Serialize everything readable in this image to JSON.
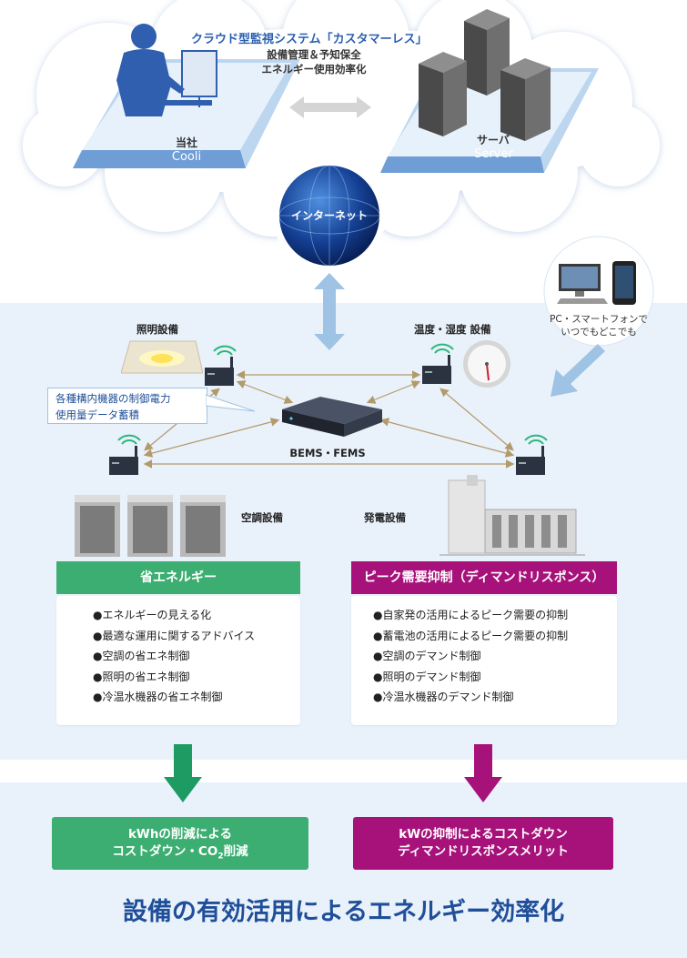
{
  "cloud": {
    "title": "クラウド型監視システム「カスタマーレス」",
    "sub1": "設備管理＆予知保全",
    "sub2": "エネルギー使用効率化",
    "company_ja": "当社",
    "company_en": "Cooli",
    "server_ja": "サーバ",
    "server_en": "Server"
  },
  "internet": "インターネット",
  "pc": {
    "line1": "PC・スマートフォンで",
    "line2": "いつでもどこでも"
  },
  "labels": {
    "lighting": "照明設備",
    "temp": "温度・湿度 設備",
    "bems": "BEMS・FEMS",
    "aircon": "空調設備",
    "power": "発電設備"
  },
  "callout": {
    "line1": "各種構内機器の制御電力",
    "line2": "使用量データ蓄積"
  },
  "left_panel": {
    "header": "省エネルギー",
    "items": [
      "エネルギーの見える化",
      "最適な運用に関するアドバイス",
      "空調の省エネ制御",
      "照明の省エネ制御",
      "冷温水機器の省エネ制御"
    ]
  },
  "right_panel": {
    "header": "ピーク需要抑制（ディマンドリスポンス）",
    "items": [
      "自家発の活用によるピーク需要の抑制",
      "蓄電池の活用によるピーク需要の抑制",
      "空調のデマンド制御",
      "照明のデマンド制御",
      "冷温水機器のデマンド制御"
    ]
  },
  "results": {
    "left1": "kWhの削減による",
    "left2_pre": "コストダウン・CO",
    "left2_sub": "2",
    "left2_post": "削減",
    "right1": "kWの抑制によるコストダウン",
    "right2": "ディマンドリスポンスメリット"
  },
  "footer": "設備の有効活用によるエネルギー効率化",
  "colors": {
    "green": "#3dae72",
    "magenta": "#a7127a",
    "blue_arrow": "#9fc3e4",
    "panel_bg": "#e9f1fb"
  }
}
